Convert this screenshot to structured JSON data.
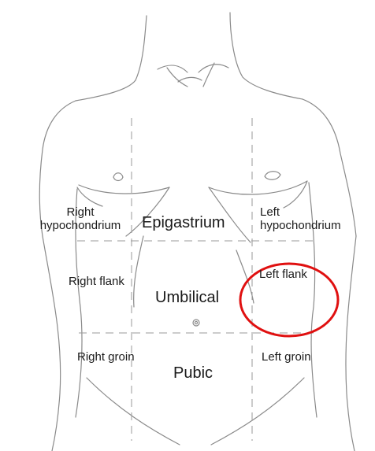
{
  "regions": {
    "right_hypochondrium": {
      "line1": "Right",
      "line2": "hypochondrium"
    },
    "epigastrium": "Epigastrium",
    "left_hypochondrium": {
      "line1": "Left",
      "line2": "hypochondrium"
    },
    "right_flank": "Right flank",
    "umbilical": "Umbilical",
    "left_flank": "Left flank",
    "right_groin": "Right groin",
    "pubic": "Pubic",
    "left_groin": "Left groin"
  },
  "highlight": {
    "region": "left_flank",
    "color": "#e01010"
  }
}
